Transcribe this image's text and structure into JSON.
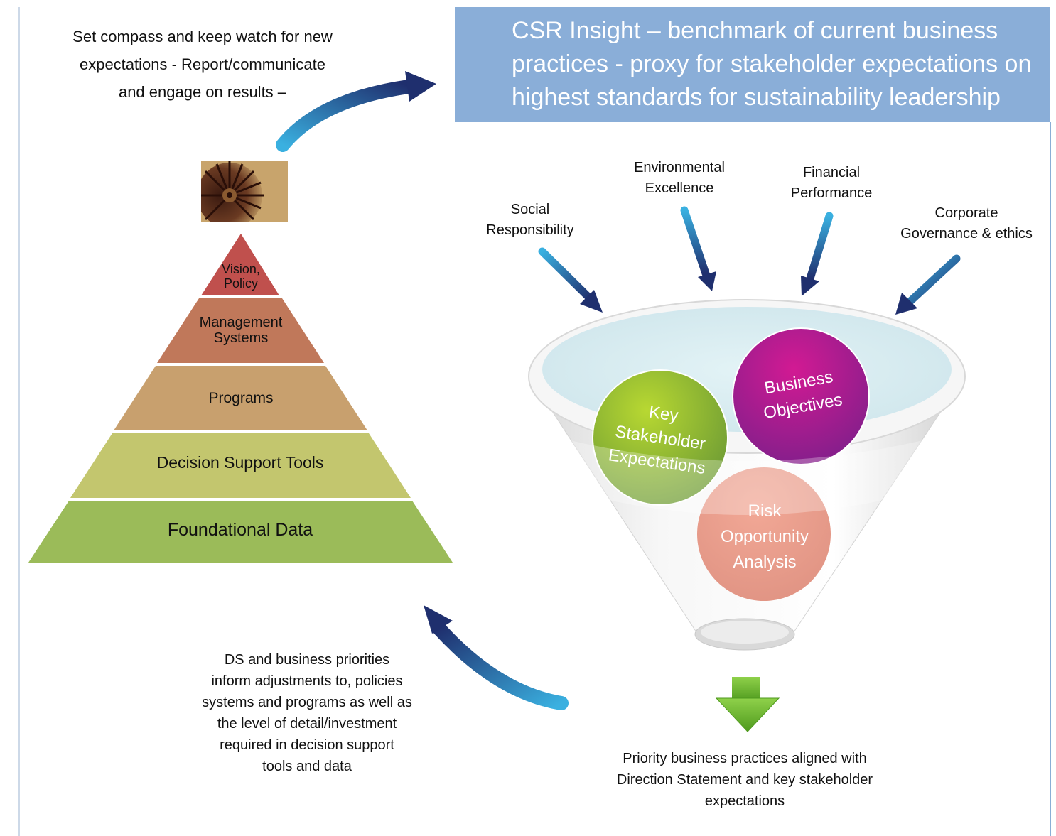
{
  "top_left_text": {
    "lines": [
      "Set compass and keep watch for new",
      "expectations - Report/communicate",
      "and engage on results –"
    ]
  },
  "banner": {
    "lines": [
      "CSR Insight – benchmark of current business",
      "practices - proxy for stakeholder expectations on",
      "highest standards for sustainability leadership"
    ]
  },
  "pyramid": {
    "levels": [
      {
        "label_lines": [
          "Vision,",
          "Policy"
        ],
        "color": "#c0504d"
      },
      {
        "label_lines": [
          "Management",
          "Systems"
        ],
        "color": "#c0785a"
      },
      {
        "label_lines": [
          "Programs"
        ],
        "color": "#c8a06e"
      },
      {
        "label_lines": [
          "Decision Support Tools"
        ],
        "color": "#c3c66e"
      },
      {
        "label_lines": [
          "Foundational Data"
        ],
        "color": "#9bbb59"
      }
    ]
  },
  "inputs": [
    {
      "lines": [
        "Social",
        "Responsibility"
      ]
    },
    {
      "lines": [
        "Environmental",
        "Excellence"
      ]
    },
    {
      "lines": [
        "Financial",
        "Performance"
      ]
    },
    {
      "lines": [
        "Corporate",
        "Governance & ethics"
      ]
    }
  ],
  "circles": {
    "stakeholder": {
      "lines": [
        "Key",
        "Stakeholder",
        "Expectations"
      ],
      "color": "#8db43c"
    },
    "business": {
      "lines": [
        "Business",
        "Objectives"
      ],
      "color": "#b01e8f"
    },
    "risk": {
      "lines": [
        "Risk",
        "Opportunity",
        "Analysis"
      ],
      "color": "#eb9c88"
    }
  },
  "bottom_left_text": {
    "lines": [
      "DS and business priorities",
      "inform adjustments to, policies",
      "systems and programs as well as",
      "the level of detail/investment",
      "required in decision support",
      "tools and data"
    ]
  },
  "bottom_right_text": {
    "lines": [
      "Priority business practices aligned with",
      "Direction Statement and key stakeholder",
      "expectations"
    ]
  },
  "colors": {
    "banner": "#8aaed8",
    "arrow_dark": "#1f2f6e",
    "arrow_light": "#3ab0e0",
    "down_arrow": "#6fb82b"
  }
}
